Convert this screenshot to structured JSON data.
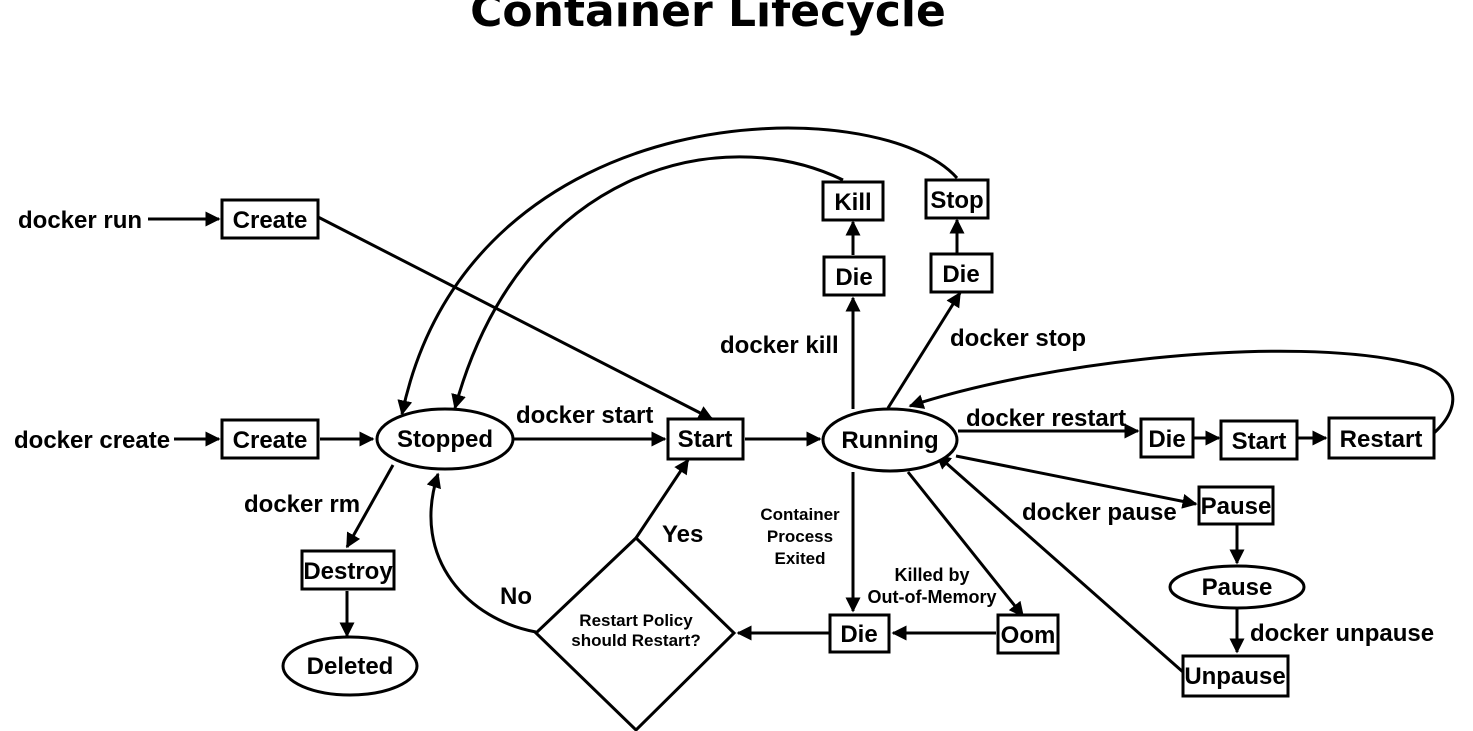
{
  "title": "Container Lifecycle",
  "nodes": {
    "create_run": "Create",
    "create_create": "Create",
    "stopped": "Stopped",
    "start_main": "Start",
    "running": "Running",
    "kill": "Kill",
    "stop": "Stop",
    "die_kill": "Die",
    "die_stop": "Die",
    "die_restart": "Die",
    "start_restart": "Start",
    "restart": "Restart",
    "pause_event": "Pause",
    "pause_state": "Pause",
    "unpause": "Unpause",
    "destroy": "Destroy",
    "deleted": "Deleted",
    "die_exit": "Die",
    "oom": "Oom",
    "policy_line1": "Restart Policy",
    "policy_line2": "should Restart?"
  },
  "labels": {
    "docker_run": "docker run",
    "docker_create": "docker create",
    "docker_start": "docker start",
    "docker_rm": "docker rm",
    "docker_kill": "docker kill",
    "docker_stop": "docker stop",
    "docker_restart": "docker restart",
    "docker_pause": "docker pause",
    "docker_unpause": "docker unpause",
    "exited_line1": "Container",
    "exited_line2": "Process",
    "exited_line3": "Exited",
    "oom_line1": "Killed by",
    "oom_line2": "Out-of-Memory",
    "yes": "Yes",
    "no": "No"
  }
}
